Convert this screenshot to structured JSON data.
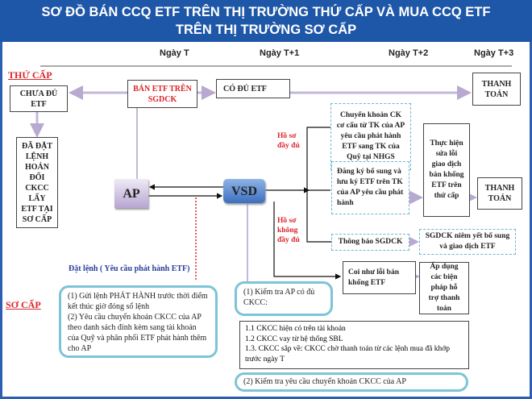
{
  "title": {
    "line1": "SƠ ĐỒ BÁN CCQ ETF TRÊN THỊ TRƯỜNG THỨ CẤP VÀ MUA CCQ ETF",
    "line2": "TRÊN THỊ TRƯỜNG SƠ CẤP"
  },
  "days": [
    "Ngày T",
    "Ngày T+1",
    "Ngày T+2",
    "Ngày T+3"
  ],
  "sections": {
    "secondary": "THỨ CẤP",
    "primary": "SƠ CẤP"
  },
  "nodes": {
    "chua_du": "CHƯA ĐỦ ETF",
    "ban_etf": "BÁN ETF TRÊN SGDCK",
    "co_du": "CÓ ĐỦ ETF",
    "thanh_toan_1": "THANH TOÁN",
    "da_dat": "ĐÃ ĐẶT LỆNH HOÁN ĐỔI CKCC LẤY ETF TẠI SƠ CẤP",
    "ap": "AP",
    "vsd": "VSD",
    "chuyen_khoan": "Chuyển khoản CK cơ cấu từ TK của AP yêu cầu phát hành ETF sang TK của Quỹ tại NHGS",
    "dang_ky": "Đăng ký bổ sung và lưu ký ETF trên TK của AP yêu cầu phát hành",
    "thuc_hien": "Thực hiện sửa lỗi giao dịch bán khống ETF trên thứ cấp",
    "thanh_toan_2": "THANH TOÁN",
    "thong_bao": "Thông báo SGDCK",
    "niem_yet": "SGDCK niêm yết bổ sung và giao dịch ETF",
    "coi_nhu": "Coi như lỗi bán khống ETF",
    "ap_dung": "Áp dụng các biện pháp hỗ trợ thanh toán"
  },
  "labels": {
    "ho_so_du": "Hồ sơ đầy đủ",
    "ho_so_khong": "Hồ sơ không đầy đủ",
    "dat_lenh": "Đặt lệnh ( Yêu cầu phát hành ETF)"
  },
  "primary": {
    "step1": "(1) Gửi lệnh PHÁT HÀNH trước thời điểm kết thúc giờ đóng sổ lệnh",
    "step2": "(2) Yêu cầu chuyển khoản CKCC của AP theo danh sách đính kèm sang tài khoản của Quỹ và phân phối ETF phát hành thêm cho AP",
    "check1": "(1) Kiểm tra AP có đủ CKCC:",
    "sub": [
      "1.1 CKCC hiện có trên tài khoản",
      "1.2 CKCC vay từ hệ thống SBL",
      "1.3. CKCC sắp về: CKCC chờ thanh toán từ các lệnh mua đã khớp trước ngày T"
    ],
    "check2": "(2) Kiểm tra yêu cầu chuyển khoản CKCC của AP"
  }
}
